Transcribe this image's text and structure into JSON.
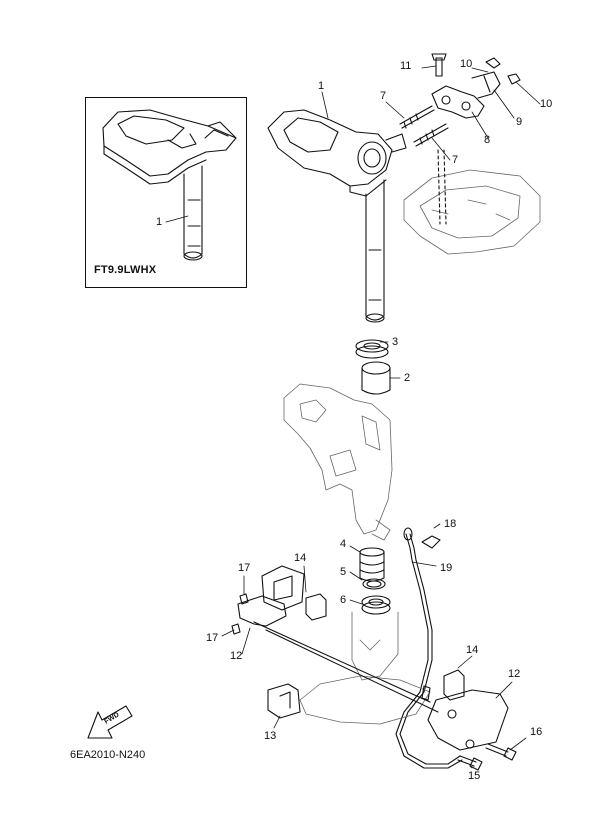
{
  "inset": {
    "model_label": "FT9.9LWHX"
  },
  "fwd_label": "FWD",
  "drawing_code": "6EA2010-N240",
  "callouts": [
    "1",
    "1",
    "2",
    "3",
    "4",
    "5",
    "6",
    "7",
    "7",
    "8",
    "9",
    "10",
    "10",
    "11",
    "12",
    "12",
    "13",
    "14",
    "14",
    "15",
    "16",
    "17",
    "17",
    "18",
    "19"
  ]
}
